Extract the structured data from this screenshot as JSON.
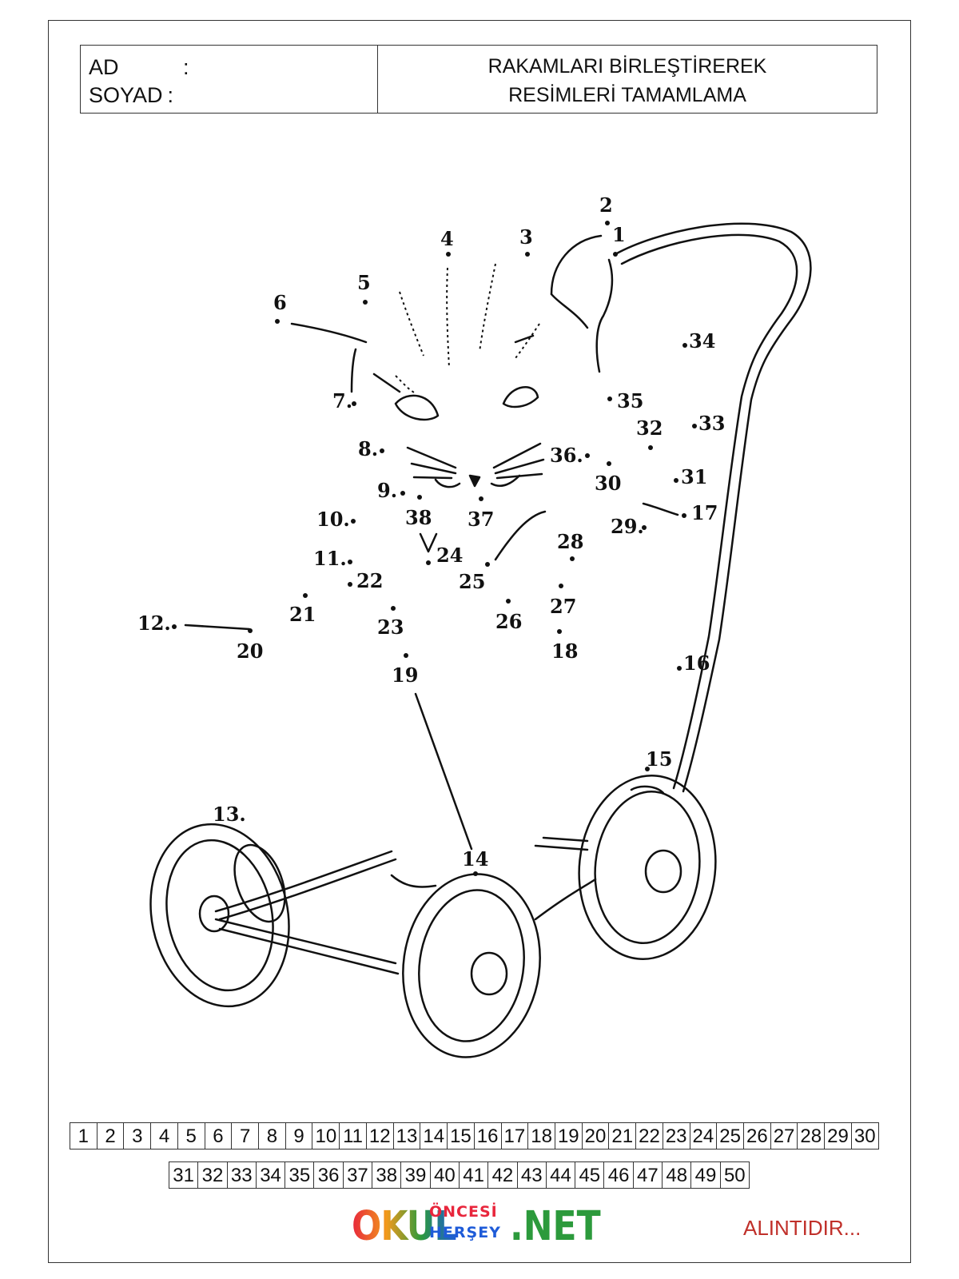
{
  "header": {
    "name_label": "AD",
    "surname_label": "SOYAD",
    "colon": ":",
    "title_line1": "RAKAMLARI BİRLEŞTİREREK",
    "title_line2": "RESİMLERİ TAMAMLAMA"
  },
  "puzzle": {
    "dot_numbers": [
      "1",
      "2",
      "3",
      "4",
      "5",
      "6",
      "7",
      "8",
      "9",
      "10",
      "11",
      "12",
      "13",
      "14",
      "15",
      "16",
      "17",
      "18",
      "19",
      "20",
      "21",
      "22",
      "23",
      "24",
      "25",
      "26",
      "27",
      "28",
      "29",
      "30",
      "31",
      "32",
      "33",
      "34",
      "35",
      "36",
      "37",
      "38"
    ],
    "picture": "kitten-in-pram"
  },
  "number_strip": {
    "row1": [
      "1",
      "2",
      "3",
      "4",
      "5",
      "6",
      "7",
      "8",
      "9",
      "10",
      "11",
      "12",
      "13",
      "14",
      "15",
      "16",
      "17",
      "18",
      "19",
      "20",
      "21",
      "22",
      "23",
      "24",
      "25",
      "26",
      "27",
      "28",
      "29",
      "30"
    ],
    "row2": [
      "31",
      "32",
      "33",
      "34",
      "35",
      "36",
      "37",
      "38",
      "39",
      "40",
      "41",
      "42",
      "43",
      "44",
      "45",
      "46",
      "47",
      "48",
      "49",
      "50"
    ]
  },
  "footer": {
    "logo_main": "OKUL",
    "logo_top": "ÖNCESİ",
    "logo_bottom": "HERŞEY",
    "logo_net": ".NET",
    "credit": "ALINTIDIR..."
  }
}
